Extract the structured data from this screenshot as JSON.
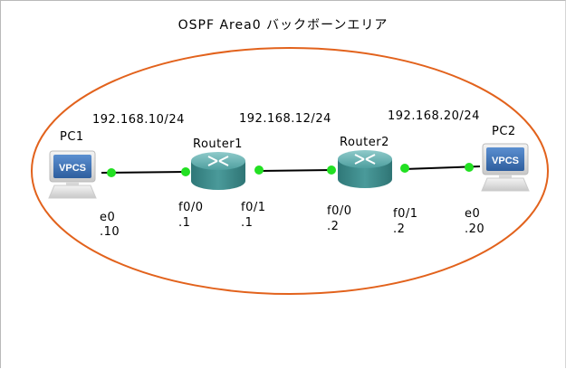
{
  "title": "OSPF Area0 バックボーンエリア",
  "colors": {
    "area_outline": "#e2621c",
    "link": "#000000",
    "port_dot": "#22e022",
    "router_body": "#3f8f8f",
    "vpcs_screen": "#3d6fb0"
  },
  "area": {
    "name": "OSPF Area0",
    "label": "バックボーンエリア"
  },
  "networks": [
    {
      "cidr": "192.168.10/24"
    },
    {
      "cidr": "192.168.12/24"
    },
    {
      "cidr": "192.168.20/24"
    }
  ],
  "nodes": {
    "pc1": {
      "name": "PC1",
      "type": "VPCS",
      "screen_text": "VPCS",
      "iface": "e0",
      "addr": ".10"
    },
    "router1": {
      "name": "Router1",
      "type": "router",
      "ifaces": [
        {
          "iface": "f0/0",
          "addr": ".1"
        },
        {
          "iface": "f0/1",
          "addr": ".1"
        }
      ]
    },
    "router2": {
      "name": "Router2",
      "type": "router",
      "ifaces": [
        {
          "iface": "f0/0",
          "addr": ".2"
        },
        {
          "iface": "f0/1",
          "addr": ".2"
        }
      ]
    },
    "pc2": {
      "name": "PC2",
      "type": "VPCS",
      "screen_text": "VPCS",
      "iface": "e0",
      "addr": ".20"
    }
  },
  "links": [
    {
      "from": "PC1 e0",
      "to": "Router1 f0/0"
    },
    {
      "from": "Router1 f0/1",
      "to": "Router2 f0/0"
    },
    {
      "from": "Router2 f0/1",
      "to": "PC2 e0"
    }
  ]
}
